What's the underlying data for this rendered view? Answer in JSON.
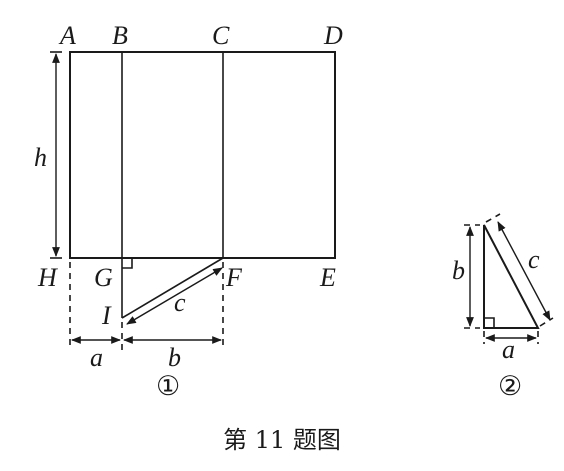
{
  "figure1": {
    "points": {
      "A": "A",
      "B": "B",
      "C": "C",
      "D": "D",
      "H": "H",
      "G": "G",
      "F": "F",
      "E": "E",
      "I": "I"
    },
    "measures": {
      "h": "h",
      "a": "a",
      "b": "b",
      "c": "c"
    },
    "tag": "①"
  },
  "figure2": {
    "measures": {
      "b": "b",
      "c": "c",
      "a": "a"
    },
    "tag": "②"
  },
  "caption": "第 11 题图"
}
